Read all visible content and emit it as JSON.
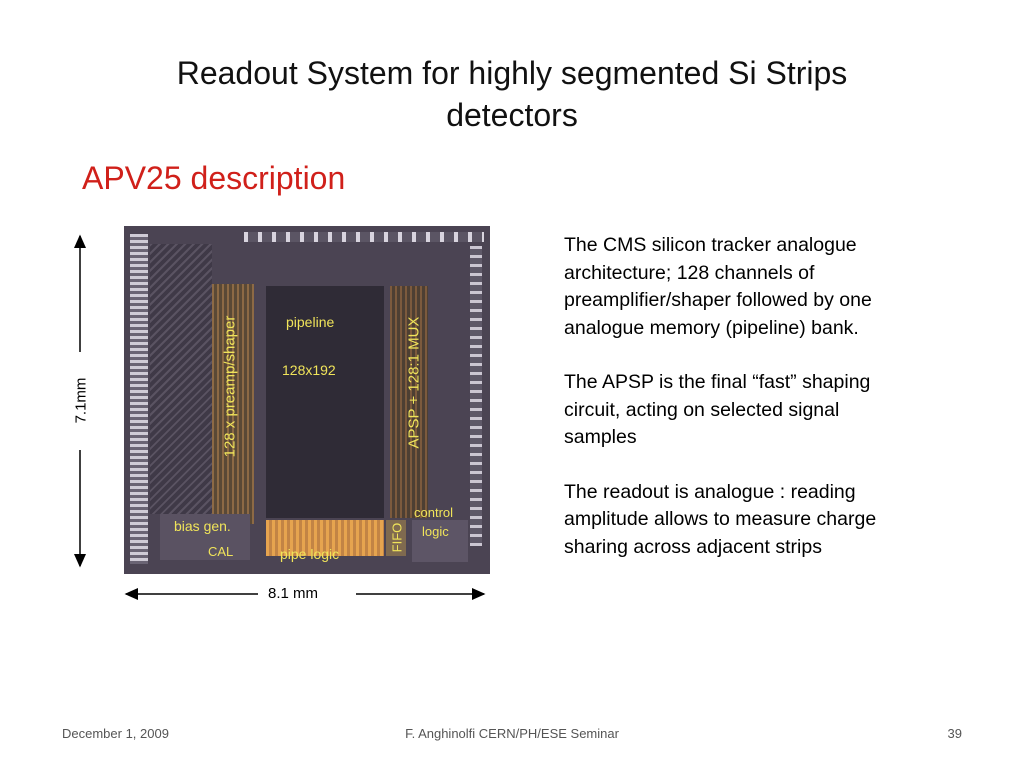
{
  "slide": {
    "title_line1": "Readout System for highly segmented Si Strips",
    "title_line2": "detectors",
    "subtitle": "APV25 description"
  },
  "description": {
    "para1": "The CMS silicon tracker analogue architecture; 128 channels of preamplifier/shaper followed by one analogue memory (pipeline) bank.",
    "para2": "The APSP is the final “fast” shaping circuit, acting on selected signal samples",
    "para3": "The readout is analogue : reading amplitude allows to measure charge sharing across adjacent strips"
  },
  "chip": {
    "preamp": "128 x preamp/shaper",
    "pipeline": "pipeline",
    "pipeline_size": "128x192",
    "apsp": "APSP + 128:1 MUX",
    "bias": "bias gen.",
    "cal": "CAL",
    "pipe_logic": "pipe logic",
    "fifo": "FIFO",
    "control": "control",
    "logic": "logic",
    "height": "7.1mm",
    "width": "8.1 mm"
  },
  "footer": {
    "date": "December 1, 2009",
    "center": "F. Anghinolfi CERN/PH/ESE Seminar",
    "page": "39"
  }
}
